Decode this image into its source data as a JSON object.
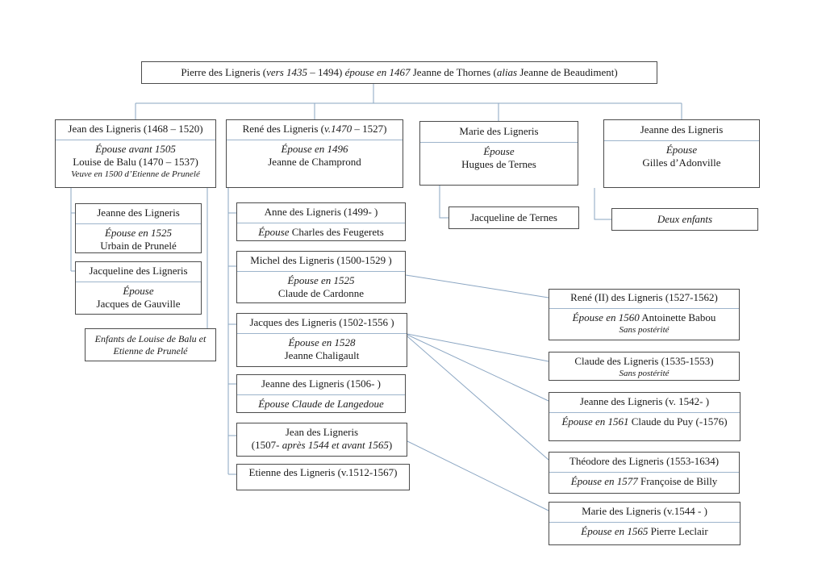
{
  "colors": {
    "background": "#ffffff",
    "box_border": "#4b4b4b",
    "divider": "#9db4cb",
    "connector": "#8aa5c2",
    "text": "#1a1a1a"
  },
  "nodes": {
    "pierre": {
      "lines": [
        {
          "parts": [
            {
              "t": "Pierre des Ligneris ("
            },
            {
              "t": "vers 1435",
              "i": true
            },
            {
              "t": " – 1494) "
            },
            {
              "t": "épouse en 1467",
              "i": true
            },
            {
              "t": " Jeanne de Thornes ("
            },
            {
              "t": "alias",
              "i": true
            },
            {
              "t": " Jeanne de Beaudiment)"
            }
          ]
        }
      ]
    },
    "jean": {
      "lines": [
        {
          "parts": [
            {
              "t": "Jean des Ligneris (1468 – 1520)"
            }
          ]
        },
        {
          "divider": true
        },
        {
          "parts": [
            {
              "t": "Épouse avant 1505",
              "i": true
            }
          ]
        },
        {
          "parts": [
            {
              "t": "Louise de Balu (1470 – 1537)"
            }
          ]
        },
        {
          "parts": [
            {
              "t": "Veuve en 1500 d’Etienne de Prunelé",
              "i": true
            }
          ],
          "small": true
        }
      ]
    },
    "rene": {
      "lines": [
        {
          "parts": [
            {
              "t": "René des Ligneris ("
            },
            {
              "t": "v.1470",
              "i": true
            },
            {
              "t": " – 1527)"
            }
          ]
        },
        {
          "divider": true
        },
        {
          "parts": [
            {
              "t": "Épouse en 1496",
              "i": true
            }
          ]
        },
        {
          "parts": [
            {
              "t": "Jeanne de Champrond"
            }
          ]
        }
      ]
    },
    "marie": {
      "lines": [
        {
          "parts": [
            {
              "t": "Marie des Ligneris"
            }
          ]
        },
        {
          "divider": true
        },
        {
          "parts": [
            {
              "t": "Épouse",
              "i": true
            }
          ]
        },
        {
          "parts": [
            {
              "t": "Hugues de Ternes"
            }
          ]
        }
      ]
    },
    "jeanne_adonville": {
      "lines": [
        {
          "parts": [
            {
              "t": "Jeanne des Ligneris"
            }
          ]
        },
        {
          "divider": true
        },
        {
          "parts": [
            {
              "t": "Épouse",
              "i": true
            }
          ]
        },
        {
          "parts": [
            {
              "t": "Gilles d’Adonville"
            }
          ]
        }
      ]
    },
    "jeanne_prunele": {
      "lines": [
        {
          "parts": [
            {
              "t": "Jeanne des Ligneris"
            }
          ]
        },
        {
          "divider": true
        },
        {
          "parts": [
            {
              "t": "Épouse en 1525",
              "i": true
            }
          ]
        },
        {
          "parts": [
            {
              "t": "Urbain de Prunelé"
            }
          ]
        }
      ]
    },
    "jacqueline_gauville": {
      "lines": [
        {
          "parts": [
            {
              "t": "Jacqueline des Ligneris"
            }
          ]
        },
        {
          "divider": true
        },
        {
          "parts": [
            {
              "t": "Épouse",
              "i": true
            }
          ]
        },
        {
          "parts": [
            {
              "t": "Jacques de Gauville"
            }
          ]
        }
      ]
    },
    "enfants_note": {
      "lines": [
        {
          "parts": [
            {
              "t": "Enfants de Louise de Balu et",
              "i": true
            }
          ]
        },
        {
          "parts": [
            {
              "t": "Etienne de Prunelé",
              "i": true
            }
          ]
        }
      ]
    },
    "anne": {
      "lines": [
        {
          "parts": [
            {
              "t": "Anne des Ligneris (1499- )"
            }
          ]
        },
        {
          "divider": true
        },
        {
          "parts": [
            {
              "t": "Épouse",
              "i": true
            },
            {
              "t": " Charles des Feugerets"
            }
          ]
        }
      ]
    },
    "michel": {
      "lines": [
        {
          "parts": [
            {
              "t": "Michel des Ligneris (1500-1529 )"
            }
          ]
        },
        {
          "divider": true
        },
        {
          "parts": [
            {
              "t": "Épouse en 1525",
              "i": true
            }
          ]
        },
        {
          "parts": [
            {
              "t": "Claude de Cardonne"
            }
          ]
        }
      ]
    },
    "jacques": {
      "lines": [
        {
          "parts": [
            {
              "t": "Jacques des Ligneris (1502-1556 )"
            }
          ]
        },
        {
          "divider": true
        },
        {
          "parts": [
            {
              "t": "Épouse en 1528",
              "i": true
            }
          ]
        },
        {
          "parts": [
            {
              "t": "Jeanne Chaligault"
            }
          ]
        }
      ]
    },
    "jeanne_1506": {
      "lines": [
        {
          "parts": [
            {
              "t": "Jeanne des Ligneris (1506- )"
            }
          ]
        },
        {
          "divider": true
        },
        {
          "parts": [
            {
              "t": "Épouse Claude de Langedoue",
              "i": true
            }
          ]
        }
      ]
    },
    "jean_1507": {
      "lines": [
        {
          "parts": [
            {
              "t": "Jean des Ligneris"
            }
          ]
        },
        {
          "parts": [
            {
              "t": "(1507- "
            },
            {
              "t": "après 1544 et avant 1565",
              "i": true
            },
            {
              "t": ")"
            }
          ]
        }
      ]
    },
    "etienne": {
      "lines": [
        {
          "parts": [
            {
              "t": "Etienne des Ligneris (v.1512-1567)"
            }
          ]
        }
      ]
    },
    "jacqueline_ternes": {
      "lines": [
        {
          "parts": [
            {
              "t": "Jacqueline de Ternes"
            }
          ]
        }
      ]
    },
    "deux_enfants": {
      "lines": [
        {
          "parts": [
            {
              "t": "Deux enfants",
              "i": true
            }
          ]
        }
      ]
    },
    "rene2": {
      "lines": [
        {
          "parts": [
            {
              "t": "René (II) des Ligneris (1527-1562)"
            }
          ]
        },
        {
          "divider": true
        },
        {
          "parts": [
            {
              "t": "Épouse en 1560",
              "i": true
            },
            {
              "t": " Antoinette Babou"
            }
          ]
        },
        {
          "parts": [
            {
              "t": "Sans postérité",
              "i": true
            }
          ],
          "small": true
        }
      ]
    },
    "claude": {
      "lines": [
        {
          "parts": [
            {
              "t": "Claude des Ligneris (1535-1553)"
            }
          ]
        },
        {
          "parts": [
            {
              "t": "Sans postérité",
              "i": true
            }
          ],
          "small": true
        }
      ]
    },
    "jeanne_1542": {
      "lines": [
        {
          "parts": [
            {
              "t": "Jeanne des Ligneris (v. 1542- )"
            }
          ]
        },
        {
          "divider": true
        },
        {
          "parts": [
            {
              "t": "Épouse en 1561",
              "i": true
            },
            {
              "t": " Claude du Puy (-1576)"
            }
          ]
        }
      ]
    },
    "theodore": {
      "lines": [
        {
          "parts": [
            {
              "t": "Théodore des Ligneris (1553-1634)"
            }
          ]
        },
        {
          "divider": true
        },
        {
          "parts": [
            {
              "t": "Épouse en 1577",
              "i": true
            },
            {
              "t": " Françoise de Billy"
            }
          ]
        }
      ]
    },
    "marie_1544": {
      "lines": [
        {
          "parts": [
            {
              "t": "Marie des Ligneris (v.1544 - )"
            }
          ]
        },
        {
          "divider": true
        },
        {
          "parts": [
            {
              "t": "Épouse en 1565",
              "i": true
            },
            {
              "t": " Pierre Leclair"
            }
          ]
        }
      ]
    }
  },
  "edges": [
    {
      "from": "pierre",
      "to": "jean"
    },
    {
      "from": "pierre",
      "to": "rene"
    },
    {
      "from": "pierre",
      "to": "marie"
    },
    {
      "from": "pierre",
      "to": "jeanne_adonville"
    },
    {
      "from": "jean",
      "to": "jeanne_prunele"
    },
    {
      "from": "jean",
      "to": "jacqueline_gauville"
    },
    {
      "from": "jean",
      "to": "enfants_note"
    },
    {
      "from": "rene",
      "to": "anne"
    },
    {
      "from": "rene",
      "to": "michel"
    },
    {
      "from": "rene",
      "to": "jacques"
    },
    {
      "from": "rene",
      "to": "jeanne_1506"
    },
    {
      "from": "rene",
      "to": "jean_1507"
    },
    {
      "from": "rene",
      "to": "etienne"
    },
    {
      "from": "marie",
      "to": "jacqueline_ternes"
    },
    {
      "from": "jeanne_adonville",
      "to": "deux_enfants"
    },
    {
      "from": "michel",
      "to": "rene2"
    },
    {
      "from": "jacques",
      "to": "claude"
    },
    {
      "from": "jacques",
      "to": "jeanne_1542"
    },
    {
      "from": "jacques",
      "to": "theodore"
    },
    {
      "from": "jean_1507",
      "to": "marie_1544"
    }
  ]
}
